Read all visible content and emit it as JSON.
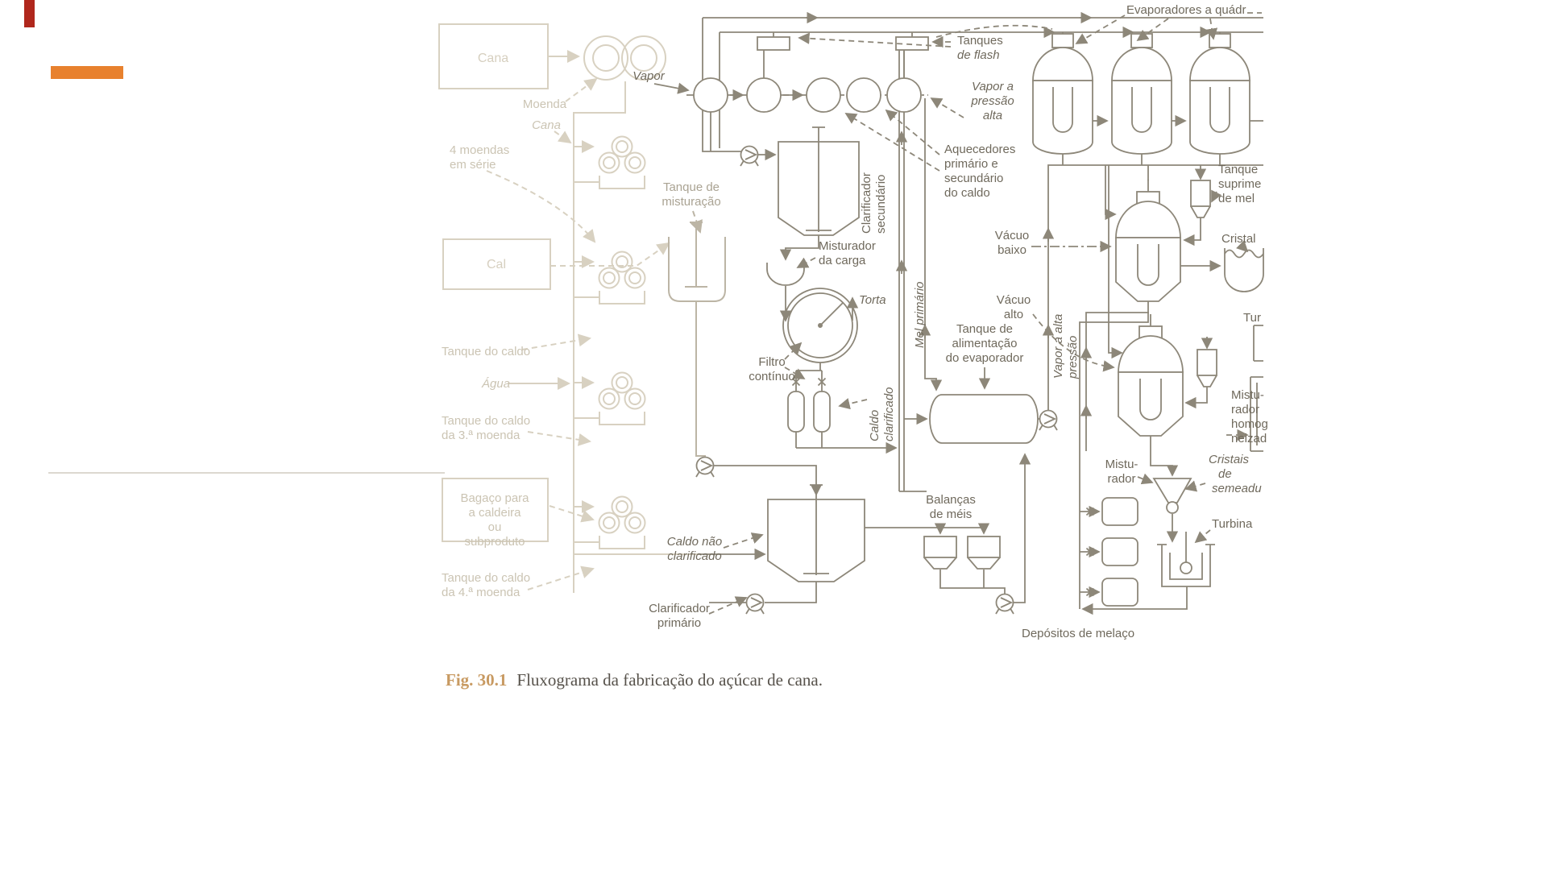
{
  "caption": {
    "fig": "Fig. 30.1",
    "text": "Fluxograma da fabricação do açúcar de cana."
  },
  "colors": {
    "accent_orange": "#e8812e",
    "corner_red": "#b0271c",
    "diagram_ink": "#8d8779",
    "faded_ink": "#d8d1c1",
    "caption_fig": "#c89a62"
  },
  "labels": {
    "cana_box": "Cana",
    "moenda": "Moenda",
    "cana2": "Cana",
    "moendas_l1": "4 moendas",
    "moendas_l2": "em série",
    "tanque_mist_l1": "Tanque de",
    "tanque_mist_l2": "misturação",
    "cal_box": "Cal",
    "tanque_caldo": "Tanque do caldo",
    "agua": "Água",
    "tanque_caldo3_l1": "Tanque do caldo",
    "tanque_caldo3_l2": "da 3.ª moenda",
    "bagaco_l1": "Bagaço para",
    "bagaco_l2": "a caldeira",
    "bagaco_l3": "ou",
    "bagaco_l4": "subproduto",
    "tanque_caldo4_l1": "Tanque do caldo",
    "tanque_caldo4_l2": "da 4.ª moenda",
    "vapor": "Vapor",
    "tanques_flash_l1": "Tanques",
    "tanques_flash_l2": "de flash",
    "vapor_pressao_l1": "Vapor a",
    "vapor_pressao_l2": "pressão",
    "vapor_pressao_l3": "alta",
    "aquecedores_l1": "Aquecedores",
    "aquecedores_l2": "primário e",
    "aquecedores_l3": "secundário",
    "aquecedores_l4": "do caldo",
    "clarif_sec_l1": "Clarificador",
    "clarif_sec_l2": "secundário",
    "misturador_carga_l1": "Misturador",
    "misturador_carga_l2": "da carga",
    "torta": "Torta",
    "filtro_l1": "Filtro",
    "filtro_l2": "contínuo",
    "caldo_clar_l1": "Caldo",
    "caldo_clar_l2": "clarificado",
    "mel_primario": "Mel primário",
    "caldo_nao_l1": "Caldo não",
    "caldo_nao_l2": "clarificado",
    "clarif_prim_l1": "Clarificador",
    "clarif_prim_l2": "primário",
    "balancas_l1": "Balanças",
    "balancas_l2": "de méis",
    "tanque_alim_l1": "Tanque de",
    "tanque_alim_l2": "alimentação",
    "tanque_alim_l3": "do evaporador",
    "vacuo_baixo_l1": "Vácuo",
    "vacuo_baixo_l2": "baixo",
    "vacuo_alto_l1": "Vácuo",
    "vacuo_alto_l2": "alto",
    "vapor_alta_l1": "Vapor a alta",
    "vapor_alta_l2": "pressão",
    "evaporadores": "Evaporadores a quádr",
    "tanque_supr_l1": "Tanque",
    "tanque_supr_l2": "suprime",
    "tanque_supr_l3": "de mel",
    "cristal": "Cristal",
    "tur": "Tur",
    "mist_homog_l1": "Mistu-",
    "mist_homog_l2": "rador",
    "mist_homog_l3": "homog",
    "mist_homog_l4": "neizad",
    "cristais_l1": "Cristais",
    "cristais_l2": "de",
    "cristais_l3": "semeadu",
    "misturador_l1": "Mistu-",
    "misturador_l2": "rador",
    "turbina": "Turbina",
    "depositos": "Depósitos de melaço"
  }
}
